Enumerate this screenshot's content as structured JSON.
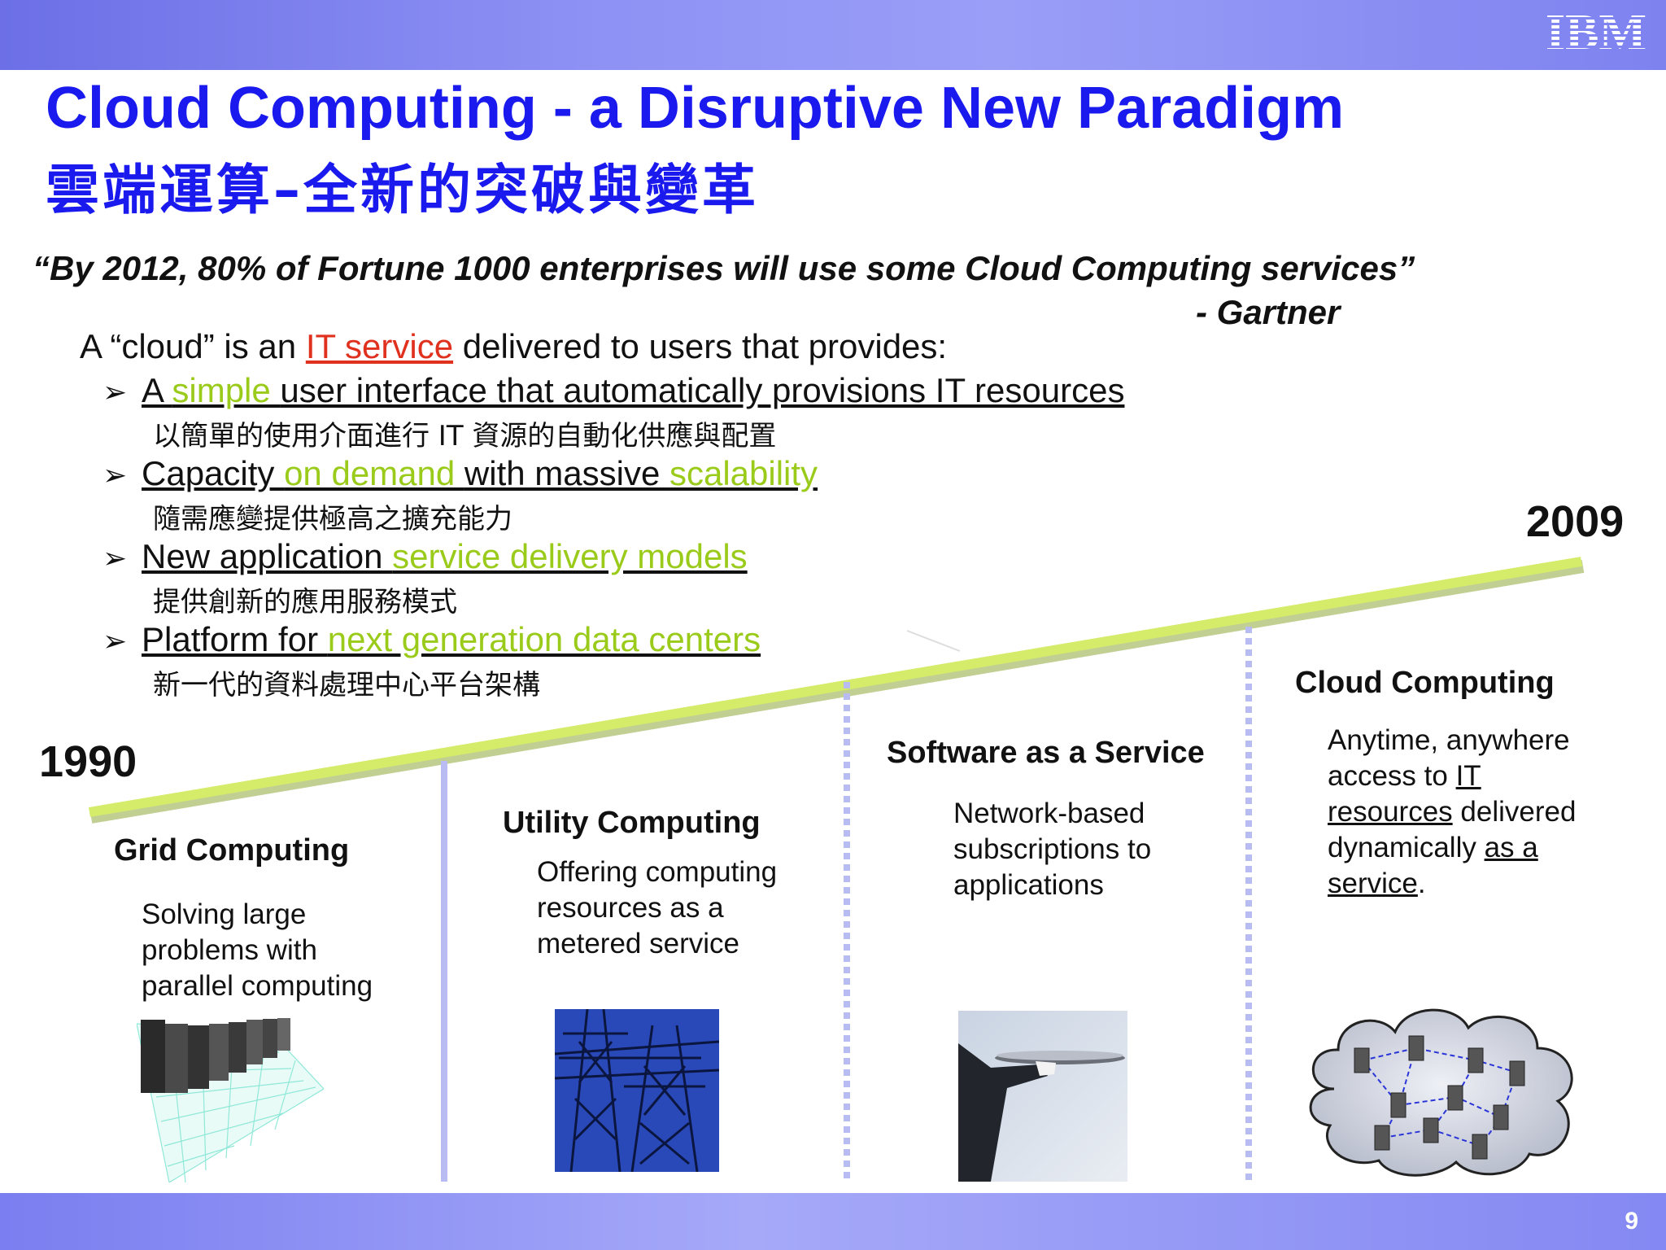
{
  "header": {
    "logo_text": "IBM",
    "title_en": "Cloud Computing - a Disruptive New Paradigm",
    "title_zh": "雲端運算–全新的突破與變革"
  },
  "quote": {
    "text": "“By 2012, 80% of Fortune 1000 enterprises will use some Cloud Computing services”",
    "attribution": "- Gartner"
  },
  "intro": {
    "prefix": "A “cloud” is an ",
    "highlight": "IT service",
    "suffix": " delivered to users that provides:"
  },
  "bullets": [
    {
      "parts": [
        {
          "text": "A ",
          "style": "u"
        },
        {
          "text": "simple ",
          "style": "green"
        },
        {
          "text": "user interface that automatically provisions IT resources",
          "style": "u"
        }
      ],
      "zh": "以簡單的使用介面進行 IT 資源的自動化供應與配置"
    },
    {
      "parts": [
        {
          "text": "Capacity ",
          "style": "u"
        },
        {
          "text": "on demand ",
          "style": "green"
        },
        {
          "text": "with massive ",
          "style": "u"
        },
        {
          "text": "scalability",
          "style": "green"
        }
      ],
      "zh": "隨需應變提供極高之擴充能力"
    },
    {
      "parts": [
        {
          "text": "New application ",
          "style": "u"
        },
        {
          "text": "service delivery models",
          "style": "green"
        }
      ],
      "zh": "提供創新的應用服務模式"
    },
    {
      "parts": [
        {
          "text": "Platform for ",
          "style": "u"
        },
        {
          "text": "next generation data centers",
          "style": "green"
        }
      ],
      "zh": "新一代的資料處理中心平台架構"
    }
  ],
  "timeline": {
    "start_year": "1990",
    "end_year": "2009",
    "line_color": "#d4ec6a"
  },
  "eras": [
    {
      "title": "Grid Computing",
      "desc": "Solving large problems with parallel computing",
      "image": "server-racks-grid"
    },
    {
      "title": "Utility Computing",
      "desc": "Offering computing resources as a metered service",
      "image": "power-transmission-towers"
    },
    {
      "title": "Software as a Service",
      "desc": "Network-based subscriptions to applications",
      "image": "waiter-serving-tray"
    },
    {
      "title": "Cloud Computing",
      "desc_parts": [
        {
          "text": "Anytime, anywhere access to ",
          "style": "plain"
        },
        {
          "text": "IT resources",
          "style": "u"
        },
        {
          "text": " delivered dynamically ",
          "style": "plain"
        },
        {
          "text": "as a service",
          "style": "u"
        },
        {
          "text": ".",
          "style": "plain"
        }
      ],
      "image": "cloud-of-servers"
    }
  ],
  "footer": {
    "page_number": "9"
  }
}
